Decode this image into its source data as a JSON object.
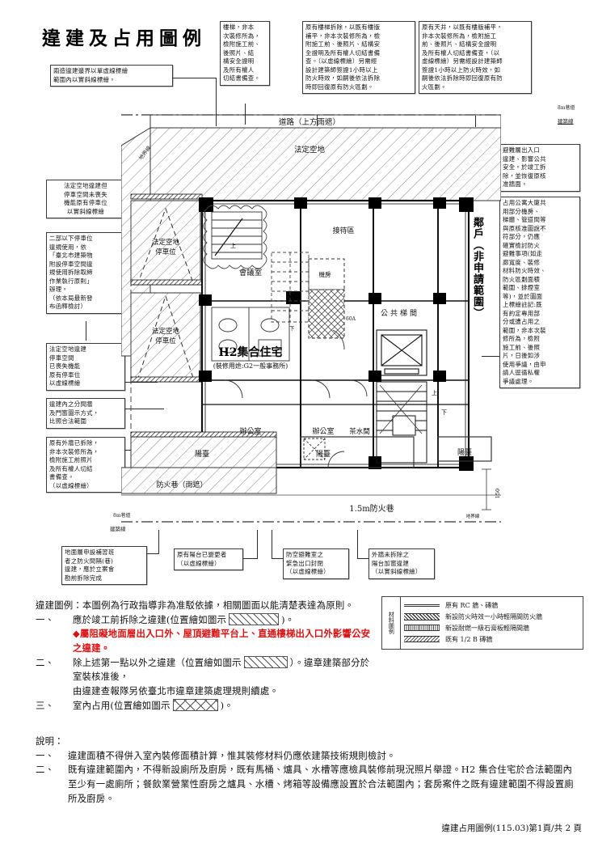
{
  "document": {
    "title": "違建及占用圖例",
    "footer": "違建占用圖例(115.03)第1頁/共 2 頁"
  },
  "callouts": {
    "top_left_boundary": "兩造違建邊界以單虛線標繪\n範圍內以實斜線標繪。",
    "stair_not_this_work": "樓梯，非本\n次裝修所為，\n檢附施工前、\n後照片、結\n構安全證明\n及所有權人\n切結書備查。",
    "stair_removed": "原有樓梯拆除，以既有樓版\n補平，非本次裝修所為，檢\n附施工前、後照片、結構安\n全證明及所有權人切結書備\n查。（以虛線標繪）另需經\n設計建築師簽證1小時以上\n防火時效，如嗣後依法拆除\n時即回復原有防火區劃。",
    "skylight_filled": "原有天井，以既有樓版補平，\n非本次裝修所為，檢附施工\n前、後照片、結構安全證明\n及所有權人切結書備查，（以\n虛線標繪）另需經設計建築師\n簽證1小時以上防火時效，如\n嗣後依法拆除時即回復原有防\n火區劃。",
    "parking_not_lost": "法定空地違建但\n停車空間未喪失\n機能原有停車位\n以實斜線標繪",
    "two_or_fewer_parking": "二部以下停車位\n違規使用，依\n「臺北市建築物\n附設停車空間違\n規使用拆除取締\n作業執行原則」\n辦理。\n（依本局最新發\n布函釋檢討）",
    "parking_lost": "法定空地違建\n停車空間\n已喪失機能\n原有停車位\n以虛線標繪",
    "partition_style": "違建內之分間牆\n及門窗圖示方式，\n比照合法範圍",
    "outer_wall_removed": "原有外牆已拆除，\n非本次裝修所為，\n檢附施工前照片\n及所有權人切結\n書備查。\n（以虛線標繪）",
    "escape_floor_entrance": "避難層出入口\n違建、影響公共\n安全。於竣工拆\n除，並恢復原核\n准牆面。",
    "common_area_occupied": "占用公寓大廈共\n用部分機房、\n梯廳、管道間等\n與原核准圖說不\n符部分，仍應\n確實檢討防火\n避難事項(如走\n廊寬度、裝修\n材料防火時效、\n防火區劃面積\n範圍、排煙室\n等)，並於圖面\n上標繪註記:既\n有約定專用部\n分或遭占用之\n範圍，非本次裝\n修所為，檢附\n施工前、後照\n片，日後如涉\n使用爭議，由申\n請人逕循私權\n爭議處理。",
    "ground_floor_cram_school": "地面層申設補習班\n者之防火間隔(巷)\n違建，應於立案會\n勘前拆除完成",
    "balcony_changed": "原有陽台已變更者\n（以虛線標繪）",
    "shelter_exit_sealed": "防空避難室之\n緊急出口封閉\n（以虛線標繪）",
    "balcony_window_added": "外牆未拆除之\n陽台加窗違建\n（以實斜線標繪）"
  },
  "plan_labels": {
    "road": "道路（上方雨遮）",
    "legal_open_space": "法定空地",
    "legal_parking_1": "法定空地\n停車位",
    "legal_parking_2": "法定空地\n停車位",
    "meeting_room": "會議室",
    "reception": "接待區",
    "machine_room": "機房",
    "common_stair": "公 共 梯 間",
    "neighbor": "鄰戶（非申請範圍）",
    "h2_title": "H2集合住宅",
    "h2_sub": "(裝修用途:G2一般事務所)",
    "office_1": "辦公室",
    "office_2": "辦公室",
    "tea_room": "茶水間",
    "balcony_1": "陽臺",
    "balcony_2": "陽臺",
    "balcony_3": "陽臺",
    "fire_lane_canopy": "防火巷（雨遮）",
    "fire_lane_15m": "1.5m防火巷",
    "alley_8m_top": "8m巷道",
    "alley_8m_bottom": "8m巷道",
    "building_line_top": "建築線",
    "building_line_bottom": "建築線",
    "boundary_line": "地界線",
    "dim_150": "150",
    "amp_60a": "60A",
    "up_1": "上",
    "down_1": "下",
    "up_2": "上",
    "down_2": "下"
  },
  "legend": {
    "intro": "違建圖例：本圖例為行政指導非為准駁依據，相關圖面以能清楚表達為原則。",
    "items": [
      {
        "marker": "一、",
        "text_before": "應於竣工前拆除之違建(位置繪如圖示",
        "swatch": "diagonal",
        "text_after": ")。",
        "sub_red": "◆屬阻礙地面層出入口外、屋頂避難平台上、直通樓梯出入口外影響公安之違建。"
      },
      {
        "marker": "二、",
        "text_before": "除上述第一點以外之違建（位置繪如圖示",
        "swatch": "diagonal",
        "text_after": "）。違章建築部分於室裝核准後，",
        "line2": "由違建查報隊另依臺北市違章建築處理規則續處。"
      },
      {
        "marker": "三、",
        "text_before": "室內占用(位置繪如圖示",
        "swatch": "cross",
        "text_after": ")。"
      }
    ]
  },
  "material_legend": {
    "title": "材料圖例",
    "rows": [
      {
        "swatch": "rc",
        "label": "原有 RC 牆、磚牆"
      },
      {
        "swatch": "fire1h",
        "label": "新設防火時效一小時輕隔間防火牆"
      },
      {
        "swatch": "gypsum",
        "label": "新設耐燃一級石膏板輕隔間牆"
      },
      {
        "swatch": "brick",
        "label": "既有 1/2 B 磚牆"
      }
    ]
  },
  "notes": {
    "heading": "說明：",
    "items": [
      {
        "marker": "一、",
        "text": "違建面積不得併入室內裝修面積計算，惟其裝修材料仍應依建築技術規則檢討。"
      },
      {
        "marker": "二、",
        "text": "既有違建範圍內，不得新設廁所及廚房，既有馬桶、爐具、水槽等應檢具裝修前現況照片舉證。H2 集合住宅於合法範圍內至少有一處廁所；餐飲業營業性廚房之爐具、水槽、烤箱等設備應設置於合法範圍內；套房案件之既有違建範圍不得設置廁所及廚房。"
      }
    ]
  }
}
